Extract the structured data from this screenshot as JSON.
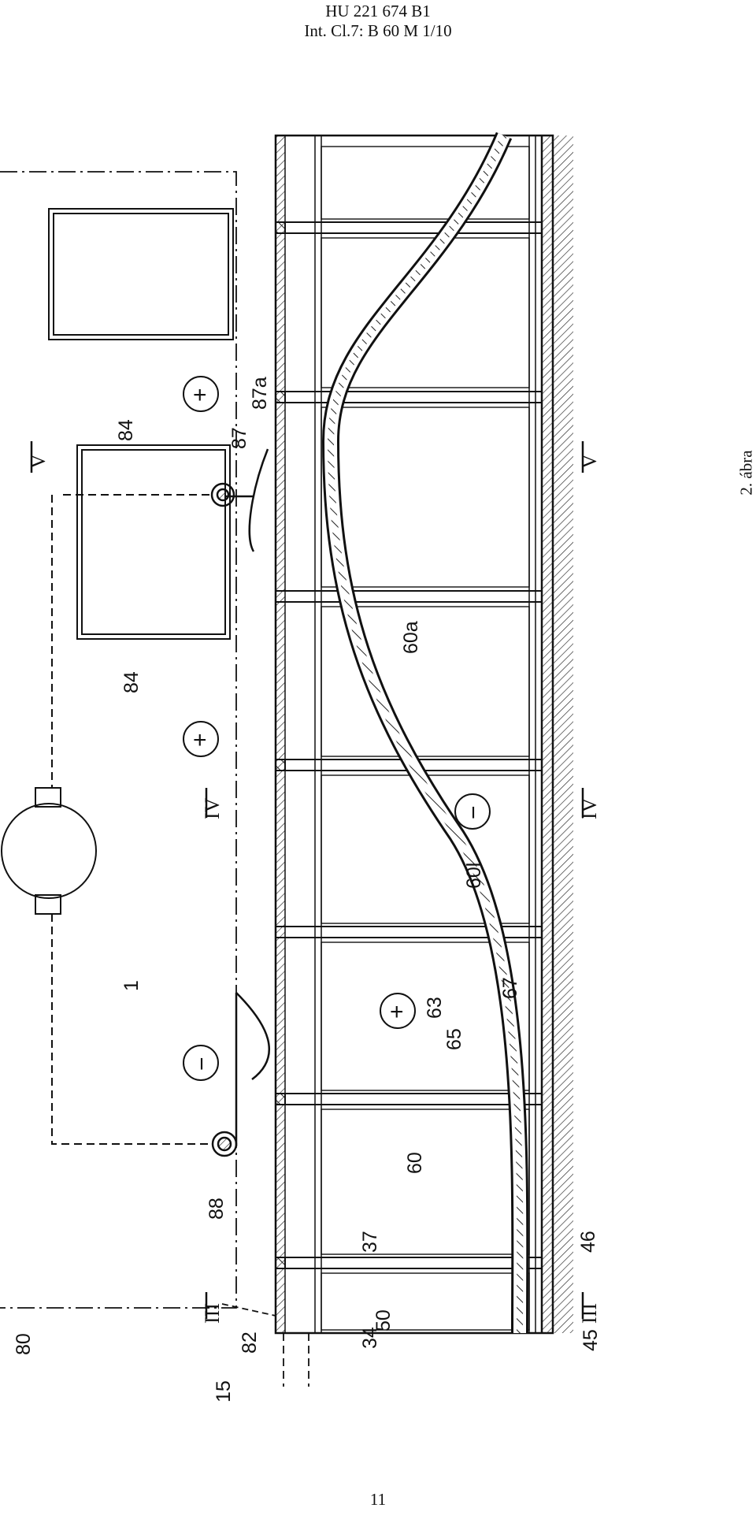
{
  "header": {
    "patent_number": "HU 221 674 B1",
    "classification": "Int. Cl.7: B 60 M  1/10"
  },
  "figure_caption": "2. ábra",
  "page_number": "11",
  "labels": {
    "l80": "80",
    "l15": "15",
    "l82": "82",
    "l1": "1",
    "l88": "88",
    "l84a": "84",
    "l84b": "84",
    "l87": "87",
    "l87a": "87a",
    "l60": "60",
    "l60a": "60a",
    "l60l": "60l",
    "l63": "63",
    "l65": "65",
    "l67": "67",
    "l34": "34",
    "l37": "37",
    "l45": "45",
    "l46": "46",
    "l50": "50"
  },
  "symbols": {
    "plus": "+",
    "minus": "−"
  },
  "sections": {
    "III": "III",
    "IV": "IV",
    "V": "V"
  }
}
